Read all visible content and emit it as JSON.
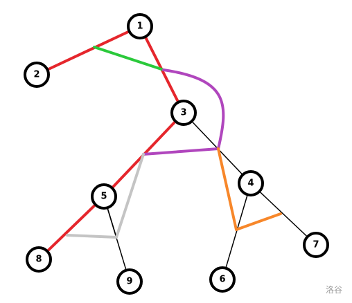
{
  "nodes": [
    "1",
    "2",
    "3",
    "4",
    "5",
    "6",
    "7",
    "8",
    "9"
  ],
  "tree_edges": [
    [
      "1",
      "2"
    ],
    [
      "1",
      "3"
    ],
    [
      "3",
      "4"
    ],
    [
      "3",
      "5"
    ],
    [
      "4",
      "6"
    ],
    [
      "4",
      "7"
    ],
    [
      "5",
      "8"
    ],
    [
      "5",
      "9"
    ]
  ],
  "highlight_colors": {
    "red": "#e5262c",
    "green": "#2bc93b",
    "purple": "#b046bd",
    "orange": "#f7872a",
    "gray": "#c4c4c4"
  },
  "watermark": "洛谷"
}
